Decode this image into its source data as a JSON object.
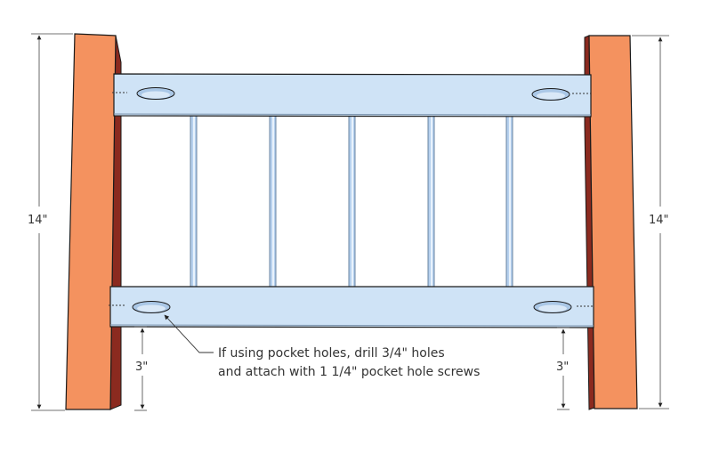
{
  "dimensions": {
    "post_height_left": "14\"",
    "post_height_right": "14\"",
    "rail_offset_left": "3\"",
    "rail_offset_right": "3\""
  },
  "callout": {
    "line1": "If using pocket holes, drill 3/4\" holes",
    "line2": "and attach with 1 1/4\" pocket hole screws"
  },
  "colors": {
    "post_face": "#f4925f",
    "post_side": "#8b2a1f",
    "rail_face": "#cfe3f6",
    "spindle": "#b7d1ee",
    "outline": "#1a1a1a"
  }
}
